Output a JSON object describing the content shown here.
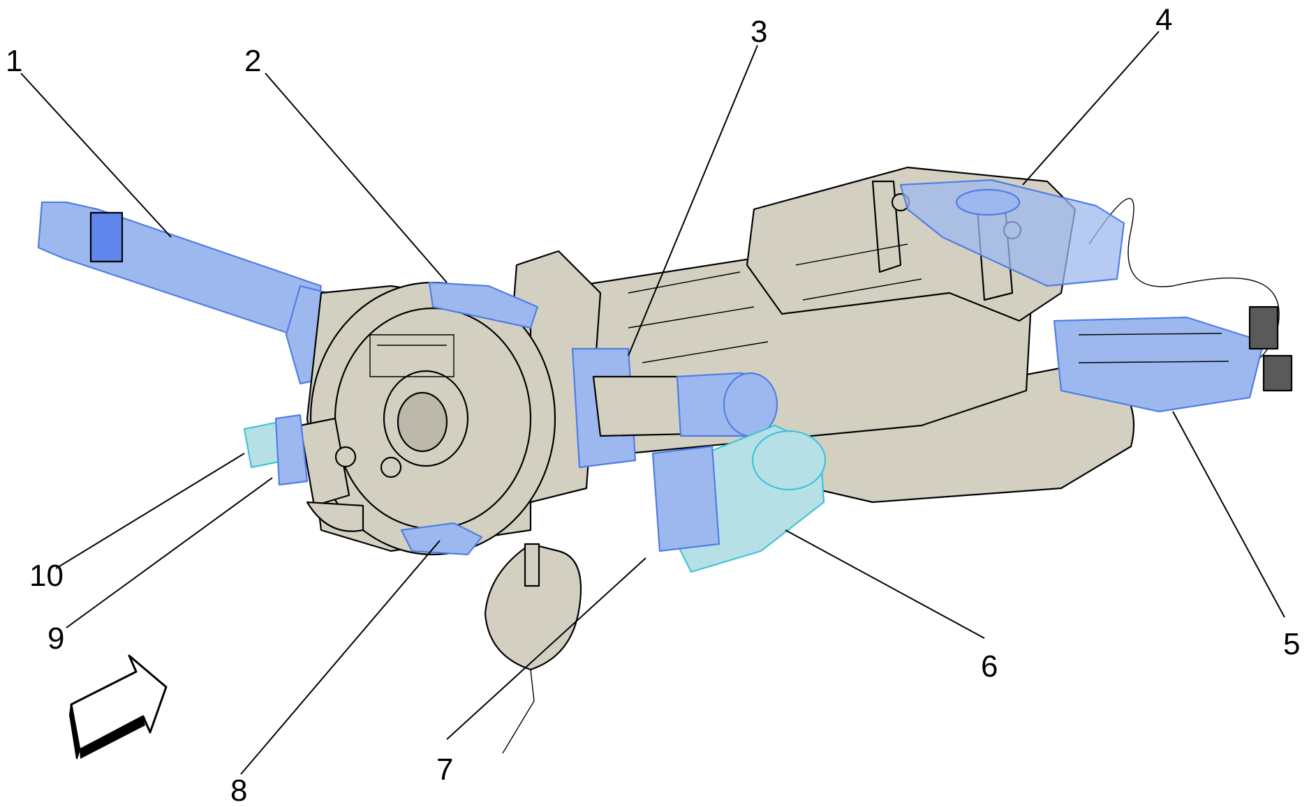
{
  "callouts": [
    "1",
    "2",
    "3",
    "4",
    "5",
    "6",
    "7",
    "8",
    "9",
    "10"
  ],
  "colors": {
    "housing": "#d3d0c2",
    "highlight_blue": "#4f7de6",
    "highlight_cyan": "#3fc3da",
    "line": "#000000"
  },
  "icons": {
    "orientation_arrow": "front-direction-arrow-icon"
  }
}
